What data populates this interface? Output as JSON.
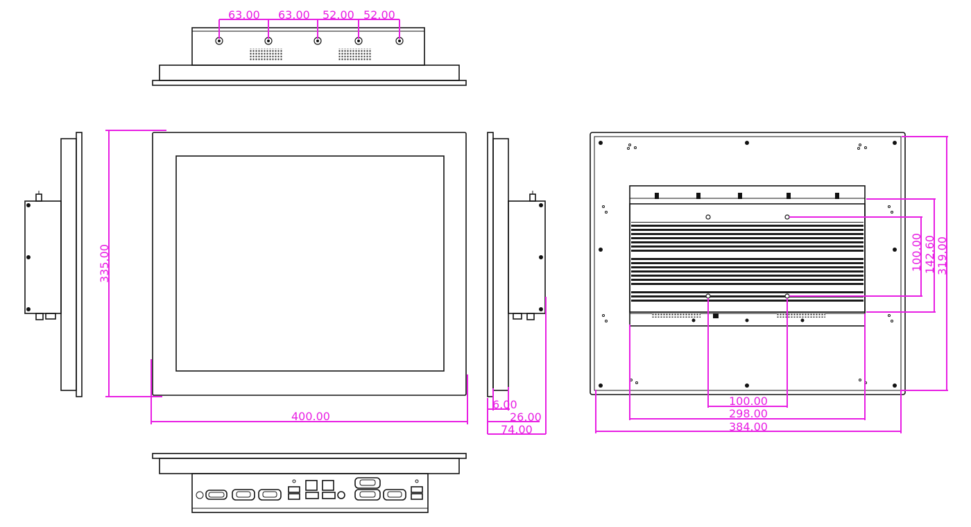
{
  "colors": {
    "dimension": "#e81ee3",
    "outline": "#111111"
  },
  "dimensions": {
    "top_spacing_1": "63.00",
    "top_spacing_2": "63.00",
    "top_spacing_3": "52.00",
    "top_spacing_4": "52.00",
    "front_height": "335.00",
    "front_width": "400.00",
    "side_bezel": "6.00",
    "side_panel": "26.00",
    "side_depth": "74.00",
    "back_vesa_h": "100.00",
    "back_box_w": "298.00",
    "back_width": "384.00",
    "back_vesa_v": "100.00",
    "back_box_h": "142.60",
    "back_height": "319.00"
  }
}
